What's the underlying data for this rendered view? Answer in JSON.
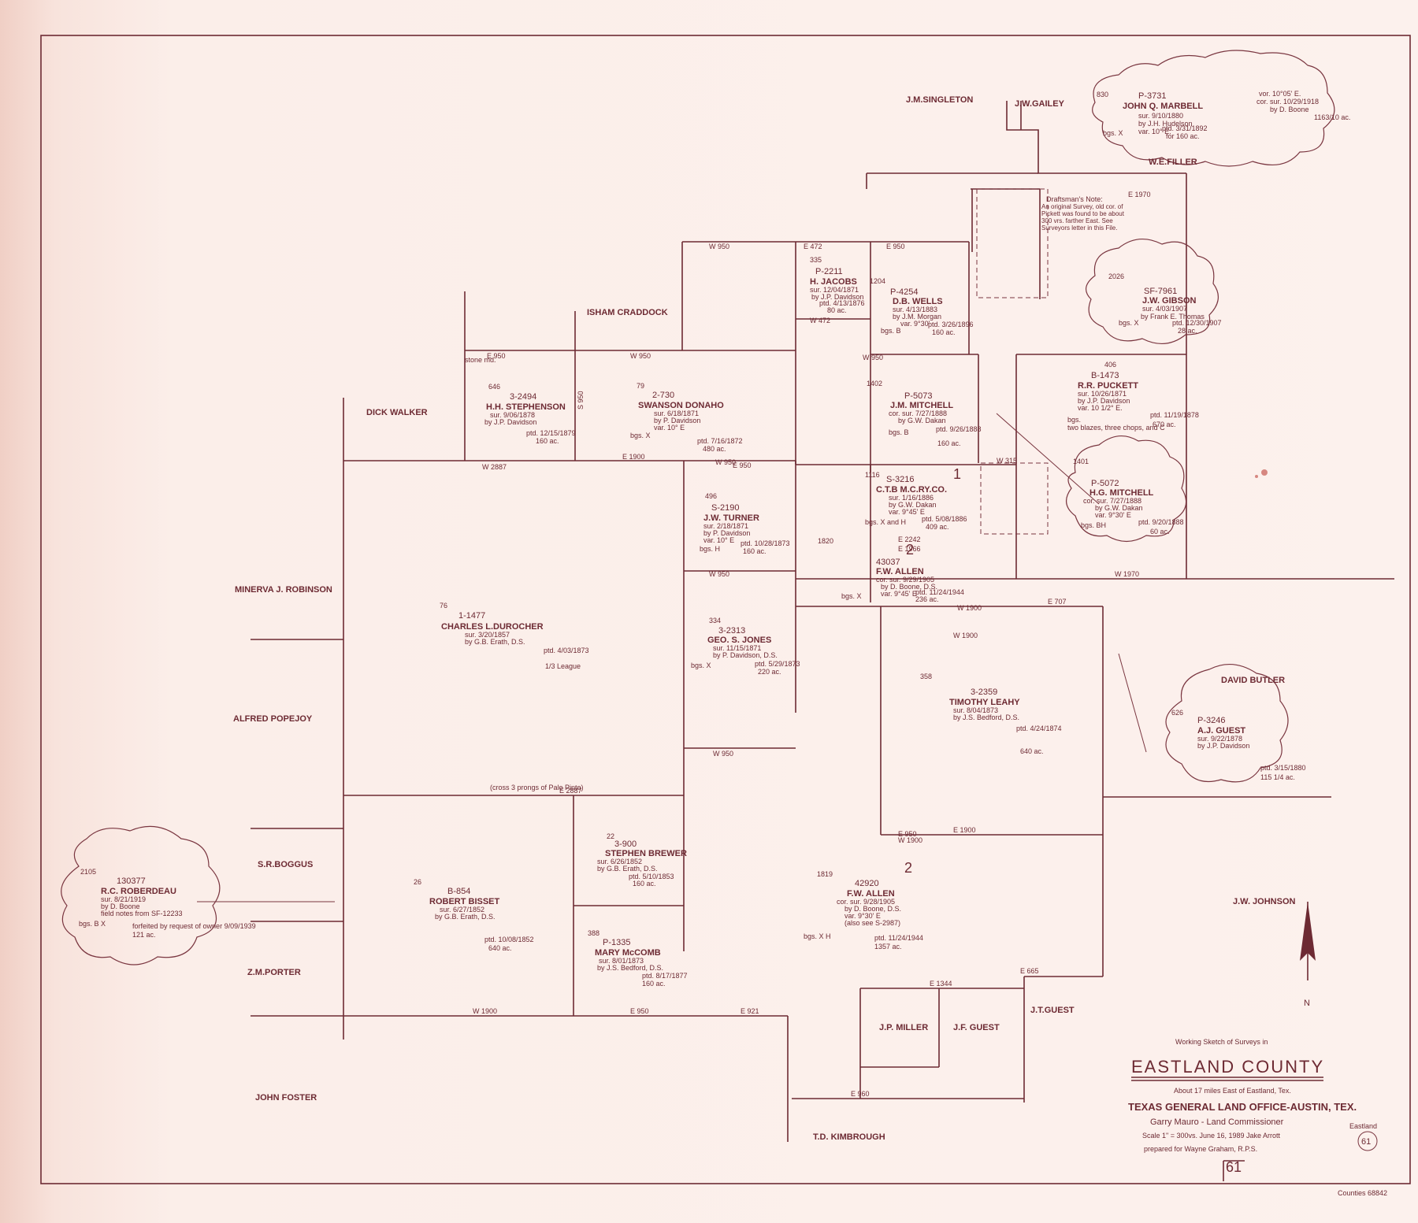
{
  "adjoining_names": {
    "singleton": "J.M.SINGLETON",
    "gailey": "J.W.GAILEY",
    "filler": "W.E.FILLER",
    "craddock": "ISHAM CRADDOCK",
    "walker": "DICK WALKER",
    "robinson": "MINERVA J. ROBINSON",
    "popejoy": "ALFRED POPEJOY",
    "boggus": "S.R.BOGGUS",
    "porter": "Z.M.PORTER",
    "foster": "JOHN FOSTER",
    "kimbrough": "T.D. KIMBROUGH",
    "butler": "DAVID BUTLER",
    "johnson": "J.W. JOHNSON",
    "jt_guest": "J.T.GUEST",
    "jp_miller": "J.P. MILLER",
    "jf_guest": "J.F. GUEST"
  },
  "surveys": {
    "marbell": {
      "num": "830",
      "file": "P-3731",
      "name": "JOHN Q. MARBELL",
      "l1": "sur. 9/10/1880",
      "l2": "by J.H. Hudelson",
      "l3": "var. 10° E.",
      "l4": "bgs. X",
      "l5": "ptd. 3/31/1892",
      "l6": "for 160 ac.",
      "n1": "vor. 10°05' E.",
      "n2": "cor. sur. 10/29/1918",
      "n3": "by D. Boone",
      "n4": "1163/10 ac."
    },
    "gibson": {
      "num": "2026",
      "file": "SF-7961",
      "name": "J.W. GIBSON",
      "l1": "sur. 4/03/1907",
      "l2": "by Frank E. Thomas",
      "l3": "bgs. X",
      "l4": "ptd. 12/30/1907",
      "l5": "28 ac."
    },
    "jacobs": {
      "num": "335",
      "file": "P-2211",
      "name": "H. JACOBS",
      "l1": "sur. 12/04/1871",
      "l2": "by J.P. Davidson",
      "l3": "ptd. 4/13/1876",
      "l4": "80 ac."
    },
    "wells": {
      "num": "1204",
      "file": "P-4254",
      "name": "D.B. WELLS",
      "l1": "sur. 4/13/1883",
      "l2": "by J.M. Morgan",
      "l3": "var. 9°30'",
      "l4": "bgs. B",
      "l5": "ptd. 3/26/1896",
      "l6": "160 ac."
    },
    "mitchell_jm": {
      "num": "1402",
      "file": "P-5073",
      "name": "J.M. MITCHELL",
      "l1": "cor. sur. 7/27/1888",
      "l2": "by G.W. Dakan",
      "l3": "bgs. B",
      "l4": "ptd. 9/26/1888",
      "l5": "160 ac."
    },
    "puckett": {
      "num": "406",
      "file": "B-1473",
      "name": "R.R. PUCKETT",
      "l1": "sur. 10/26/1871",
      "l2": "by J.P. Davidson",
      "l3": "var. 10 1/2° E.",
      "l4": "bgs.",
      "l5": "two blazes, three chops, and C",
      "l6": "ptd. 11/19/1878",
      "l7": "670 ac."
    },
    "stephenson": {
      "num": "646",
      "file": "3-2494",
      "name": "H.H. STEPHENSON",
      "l1": "sur. 9/06/1878",
      "l2": "by J.P. Davidson",
      "l3": "ptd. 12/15/1879",
      "l4": "160 ac."
    },
    "donaho": {
      "num": "79",
      "file": "2-730",
      "name": "SWANSON DONAHO",
      "l1": "sur. 6/18/1871",
      "l2": "by P. Davidson",
      "l3": "var. 10° E",
      "l4": "bgs. X",
      "l5": "ptd. 7/16/1872",
      "l6": "480 ac."
    },
    "ctbm": {
      "num": "1116",
      "file": "S-3216",
      "name": "C.T.B M.C.RY.CO.",
      "l1": "sur. 1/16/1886",
      "l2": "by G.W. Dakan",
      "l3": "var. 9°45' E",
      "l4": "bgs. X and H",
      "l5": "ptd. 5/08/1886",
      "l6": "409 ac.",
      "mark": "1"
    },
    "mitchell_hg": {
      "num": "1401",
      "file": "P-5072",
      "name": "H.G. MITCHELL",
      "l1": "cor. sur. 7/27/1888",
      "l2": "by G.W. Dakan",
      "l3": "var. 9°30' E",
      "l4": "bgs. BH",
      "l5": "ptd. 9/20/1888",
      "l6": "60 ac."
    },
    "turner": {
      "num": "496",
      "file": "S-2190",
      "name": "J.W. TURNER",
      "l1": "sur. 2/18/1871",
      "l2": "by P. Davidson",
      "l3": "var. 10° E",
      "l4": "bgs. H",
      "l5": "ptd. 10/28/1873",
      "l6": "160 ac."
    },
    "allen1": {
      "num": "1820",
      "file": "43037",
      "name": "F.W. ALLEN",
      "l1": "cor. sur. 9/29/1905",
      "l2": "by D. Boone, D.S.",
      "l3": "var. 9°45' E",
      "l4": "bgs. X",
      "l5": "ptd. 11/24/1944",
      "l6": "236 ac.",
      "mark": "2"
    },
    "durocher": {
      "num": "76",
      "file": "1-1477",
      "name": "CHARLES L.DUROCHER",
      "l1": "sur. 3/20/1857",
      "l2": "by G.B. Erath, D.S.",
      "l3": "ptd. 4/03/1873",
      "l4": "1/3 League"
    },
    "jones": {
      "num": "334",
      "file": "3-2313",
      "name": "GEO. S. JONES",
      "l1": "sur. 11/15/1871",
      "l2": "by P. Davidson, D.S.",
      "l3": "bgs. X",
      "l4": "ptd. 5/29/1873",
      "l5": "220 ac."
    },
    "leahy": {
      "num": "358",
      "file": "3-2359",
      "name": "TIMOTHY LEAHY",
      "l1": "sur. 8/04/1873",
      "l2": "by J.S. Bedford, D.S.",
      "l3": "ptd. 4/24/1874",
      "l4": "640 ac."
    },
    "aj_guest": {
      "num": "626",
      "file": "P-3246",
      "name": "A.J. GUEST",
      "l1": "sur. 9/22/1878",
      "l2": "by J.P. Davidson",
      "l3": "ptd. 3/15/1880",
      "l4": "115 1/4 ac."
    },
    "roberdeau": {
      "num": "2105",
      "file": "130377",
      "name": "R.C. ROBERDEAU",
      "l1": "sur. 8/21/1919",
      "l2": "by D. Boone",
      "l3": "field notes from SF-12233",
      "l4": "bgs. B X",
      "l5": "forfeited by request of owner 9/09/1939",
      "l6": "121 ac."
    },
    "bisset": {
      "num": "26",
      "file": "B-854",
      "name": "ROBERT BISSET",
      "l1": "sur. 6/27/1852",
      "l2": "by G.B. Erath, D.S.",
      "l3": "ptd. 10/08/1852",
      "l4": "640 ac."
    },
    "brewer": {
      "num": "22",
      "file": "3-900",
      "name": "STEPHEN BREWER",
      "l1": "sur. 6/26/1852",
      "l2": "by G.B. Erath, D.S.",
      "l3": "ptd. 5/10/1853",
      "l4": "160 ac."
    },
    "mccomb": {
      "num": "388",
      "file": "P-1335",
      "name": "MARY McCOMB",
      "l1": "sur. 8/01/1873",
      "l2": "by J.S. Bedford, D.S.",
      "l3": "ptd. 8/17/1877",
      "l4": "160 ac."
    },
    "allen2": {
      "num": "1819",
      "file": "42920",
      "name": "F.W. ALLEN",
      "l1": "cor. sur. 9/28/1905",
      "l2": "by D. Boone, D.S.",
      "l3": "var. 9°30' E",
      "l4": "(also see S-2987)",
      "l5": "bgs. X H",
      "l6": "ptd. 11/24/1944",
      "l7": "1357 ac.",
      "mark": "2"
    }
  },
  "line_calls": {
    "c1": "W 950",
    "c2": "E 472",
    "c3": "E 950",
    "c4": "W 472",
    "c5": "W 950",
    "c6": "E 1970",
    "c7": "E 950",
    "c8": "W 950",
    "c9": "W 2887",
    "c10": "E 1900",
    "c11": "E 950",
    "c12": "W 950",
    "c13": "W 1970",
    "c14": "E 707",
    "c15": "W 1900",
    "c16": "E 1900",
    "c17": "E 2887",
    "c18": "W 1900",
    "c19": "E 950",
    "c20": "E 921",
    "c21": "W 1900",
    "c22": "E 1344",
    "c23": "E 960",
    "c24": "W 950",
    "c25": "E 665",
    "c26": "W 1900",
    "c27": "E 2242",
    "c28": "E 1966",
    "c29": "W 315",
    "c30": "W 950",
    "c31": "E 950",
    "c32": "S 950"
  },
  "notes": {
    "draftsman": "Draftsman's Note:",
    "draftsman_body": "An original Survey, old cor. of Pickett was found to be about 300 vrs. farther East. See Surveyors letter in this File.",
    "stone1": "stone md.",
    "cross_creek": "(cross 3 prongs of Palo Pinto)"
  },
  "title_block": {
    "working": "Working Sketch of Surveys in",
    "county": "EASTLAND COUNTY",
    "about": "About 17 miles East of Eastland, Tex.",
    "office": "TEXAS GENERAL LAND OFFICE-AUSTIN, TEX.",
    "commissioner": "Garry Mauro - Land Commissioner",
    "scale": "Scale 1\" = 300vs.   June 16, 1989   Jake Arrott",
    "prepared": "prepared for Wayne Graham, R.P.S.",
    "sheet": "61",
    "sheet_circle": "61",
    "county_stamp": "Eastland",
    "catalog": "Counties 68842"
  },
  "north": {
    "label": "N"
  },
  "colors": {
    "ink": "#6d2a33",
    "paper": "#fcf1ed",
    "stain": "#c65a52"
  }
}
